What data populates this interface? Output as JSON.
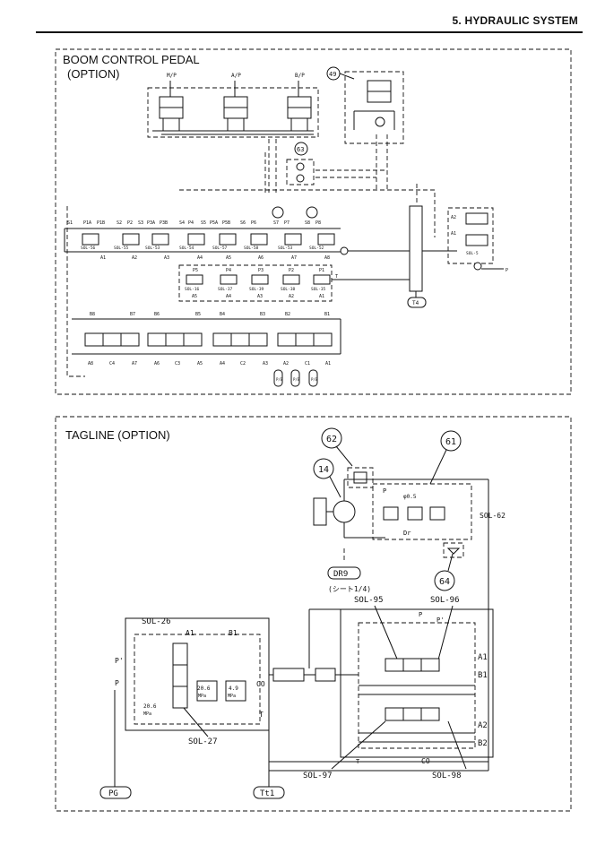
{
  "header": {
    "title": "5. HYDRAULIC SYSTEM"
  },
  "boom": {
    "title_line1": "BOOM CONTROL PEDAL",
    "title_line2": "(OPTION)",
    "pedals": [
      "M/P",
      "A/P",
      "B/P"
    ],
    "callouts": {
      "c49": "49",
      "c63": "63"
    },
    "row1_top": [
      "S1",
      "P1A",
      "P1B",
      "S2",
      "P2",
      "S3",
      "P3A",
      "P3B",
      "S4",
      "P4",
      "S5",
      "P5A",
      "P5B",
      "S6",
      "P6",
      "S7",
      "P7",
      "S8",
      "P8"
    ],
    "row1_sol": [
      "SOL-56",
      "SOL-55",
      "SOL-53",
      "SOL-54",
      "SOL-57",
      "SOL-58",
      "SOL-53",
      "SOL-52"
    ],
    "row1_bottom": [
      "A1",
      "A2",
      "A3",
      "A4",
      "A5",
      "A6",
      "A7",
      "A8"
    ],
    "row2_top": [
      "P5",
      "P4",
      "P3",
      "P2",
      "P1"
    ],
    "row2_sol": [
      "SOL-16",
      "SOL-37",
      "SOL-39",
      "SOL-38",
      "SOL-35"
    ],
    "row2_bottom": [
      "A5",
      "A4",
      "A3",
      "A2",
      "A1"
    ],
    "row3_top": [
      "B8",
      "B7",
      "B6",
      "B5",
      "B4",
      "B3",
      "B2",
      "B1"
    ],
    "row3_bottom": [
      "A8",
      "C4",
      "A7",
      "A6",
      "C3",
      "A5",
      "A4",
      "C2",
      "A3",
      "A2",
      "C1",
      "A1"
    ],
    "right_labels": {
      "a2": "A2",
      "a1": "A1",
      "p": "P",
      "sol": "SOL-5"
    },
    "t4": "T4",
    "t_label": "T",
    "pv_labels": [
      "P/B",
      "P/B",
      "P/B"
    ]
  },
  "tagline": {
    "title": "TAGLINE (OPTION)",
    "callouts": {
      "c62": "62",
      "c61": "61",
      "c14": "14",
      "c64": "64"
    },
    "p_label": "P",
    "orifice": "φ0.5",
    "dr": "Dr",
    "sol62": "SOL-62",
    "dr9": "DR9",
    "sheet_note": "(シート1/4)",
    "sol95": "SOL-95",
    "sol96": "SOL-96",
    "sol26": "SOL-26",
    "sol27": "SOL-27",
    "sol97": "SOL-97",
    "sol98": "SOL-98",
    "a1_left": "A1",
    "b1_left": "B1",
    "p_prime": "P'",
    "p_left": "P",
    "co_left": "CO",
    "t_left": "T",
    "press1": "20.6",
    "press1_unit": "MPa",
    "press2": "4.9",
    "press2_unit": "MPa",
    "press3": "20.6",
    "press3_unit": "MPa",
    "pg": "PG",
    "tt1": "Tt1",
    "right_a1": "A1",
    "right_b1": "B1",
    "right_a2": "A2",
    "right_b2": "B2",
    "right_p": "P",
    "right_pprime": "P'",
    "right_t": "T",
    "right_co": "CO"
  }
}
